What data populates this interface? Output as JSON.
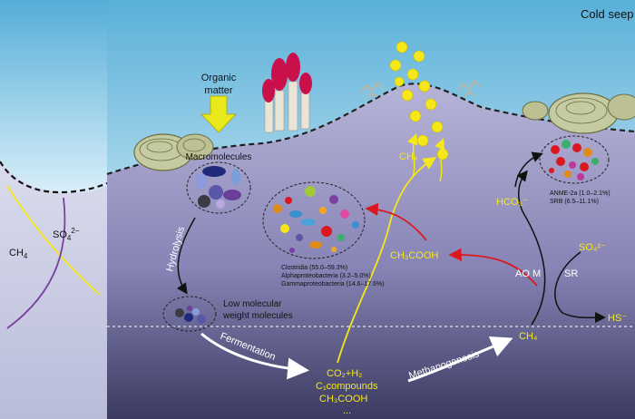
{
  "title": "Cold seep",
  "left_panel": {
    "ch4": "CH",
    "ch4_sub": "4",
    "so4": "SO",
    "so4_sub": "4",
    "so4_sup": "2−"
  },
  "organic_matter": [
    "Organic",
    "matter"
  ],
  "macromolecules": "Macromolecules",
  "hydrolysis": "Hydrolysis",
  "low_molecular": [
    "Low molecular",
    "weight molecules"
  ],
  "fermentation": "Fermentation",
  "products": {
    "co2h2": "CO₂+H₂",
    "c1": "C₁compounds",
    "ch3cooh": "CH₃COOH",
    "ellipsis": "..."
  },
  "methanogenesis": "Methanogenesis",
  "bacteria_labels": [
    "Clostridia (55.0–59.3%)",
    "Alphaproteobacteria (3.2–5.0%)",
    "Gammaproteobacteria (14.6–17.6%)"
  ],
  "acetate": "CH₃COOH",
  "ch4_bottom": "CH₄",
  "ch4_top": "CH₄",
  "bicarbonate": "HCO₃⁻",
  "aom": "AO M",
  "sr": "SR",
  "sulfate_right": "SO₄²⁻",
  "hs": "HS⁻",
  "archaea_labels": [
    "ANME-2a (1.0–2.1%)",
    "SRB (6.5–11.1%)"
  ],
  "colors": {
    "water": "#5fb2d8",
    "sediment_top": "#a9a6cf",
    "sediment_bottom": "#3d3d62",
    "yellow": "#f5e71b",
    "red_arrow": "#d9191f"
  }
}
